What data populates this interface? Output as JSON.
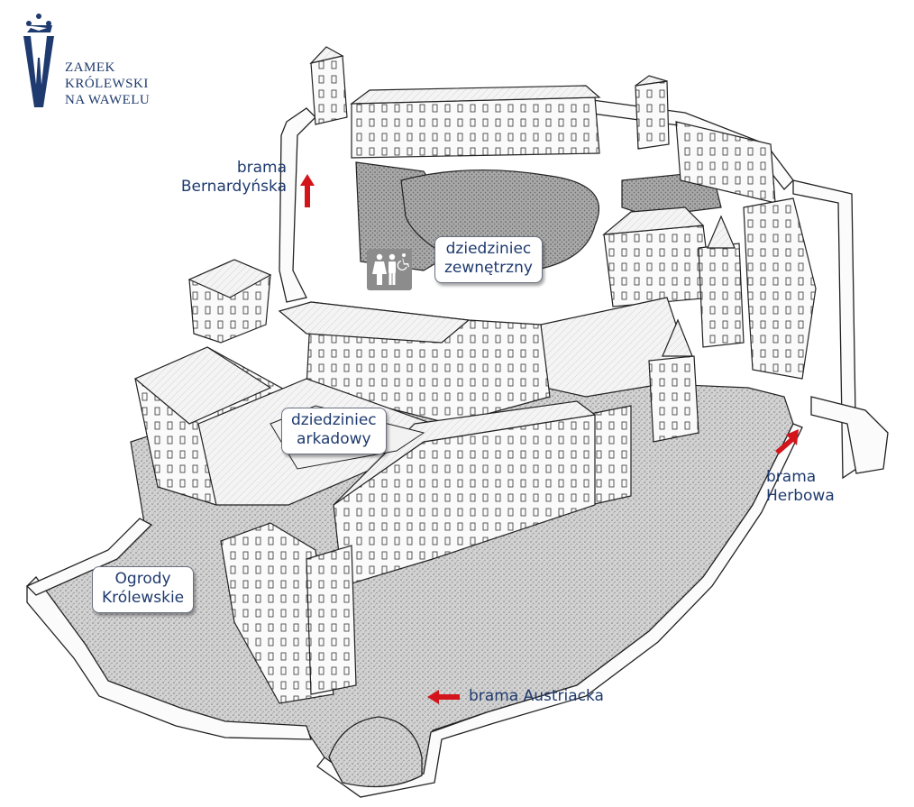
{
  "logo": {
    "lines": [
      "ZAMEK",
      "KRÓLEWSKI",
      "NA WAWELU"
    ],
    "icon": "crowned-w-logo",
    "color": "#1e3a6e"
  },
  "labels": {
    "outer_courtyard": [
      "dziedziniec",
      "zewnętrzny"
    ],
    "arcaded_courtyard": [
      "dziedziniec",
      "arkadowy"
    ],
    "royal_gardens": [
      "Ogrody",
      "Królewskie"
    ]
  },
  "gates": {
    "bernardynska": [
      "brama",
      "Bernardyńska"
    ],
    "herbowa": [
      "brama",
      "Herbowa"
    ],
    "austriacka": "brama Austriacka"
  },
  "icons": {
    "restroom": "restroom-accessible-icon",
    "gate_arrow": "red-arrow-icon"
  },
  "colors": {
    "text": "#1e3a6e",
    "arrow": "#d4141b",
    "wc_bg": "#8c8c8c",
    "ground": "#bdbdbd",
    "line": "#222222"
  }
}
